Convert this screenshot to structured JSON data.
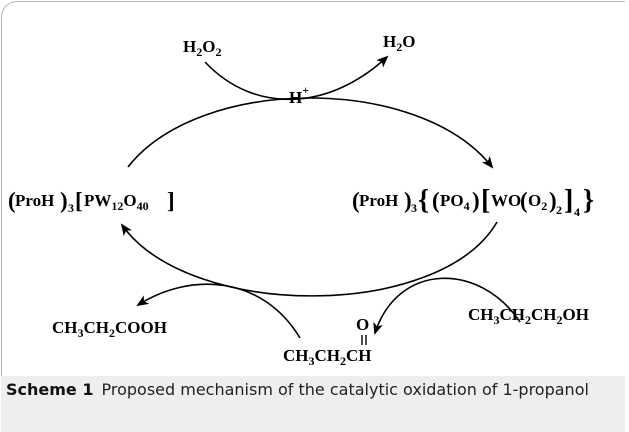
{
  "scheme": {
    "reagents": {
      "h2o2": "H2O2",
      "proton": "H+",
      "water": "H2O"
    },
    "catalyst_left": "(ProH)3[PW12O40]",
    "catalyst_right": "(ProH)3{(PO4)[WO(O2)2]4}",
    "substrates": {
      "propanol": "CH3CH2CH2OH",
      "propanal": "CH3CH2CH",
      "carbonyl_oxygen": "O",
      "propionic_acid": "CH3CH2COOH"
    }
  },
  "caption": {
    "label": "Scheme 1",
    "text": "Proposed mechanism of the catalytic oxidation of 1-propanol"
  }
}
